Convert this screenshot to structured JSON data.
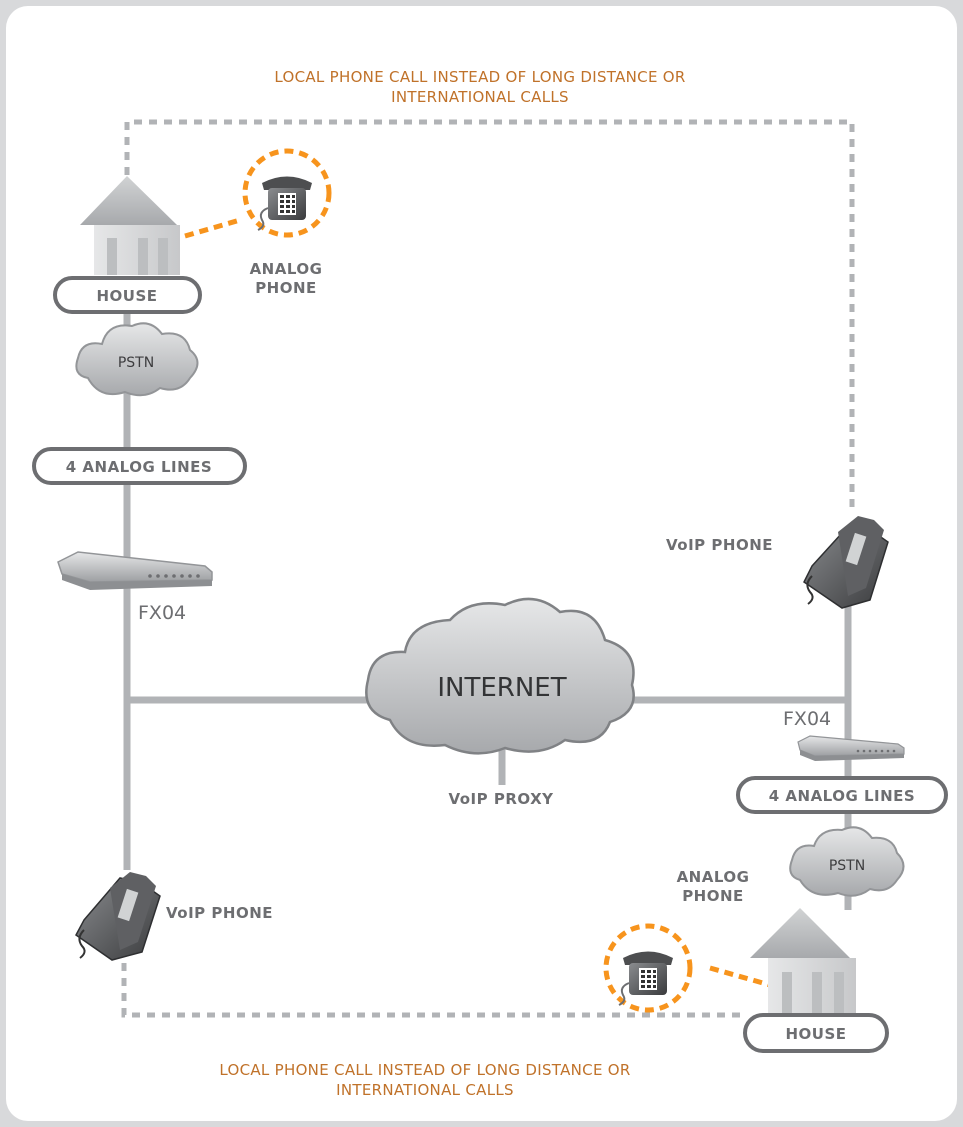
{
  "diagram": {
    "top_note_line1": "LOCAL PHONE CALL INSTEAD OF LONG DISTANCE OR",
    "top_note_line2": "INTERNATIONAL CALLS",
    "bottom_note_line1": "LOCAL PHONE CALL INSTEAD OF LONG DISTANCE OR",
    "bottom_note_line2": "INTERNATIONAL CALLS",
    "left": {
      "house_label": "HOUSE",
      "analog_phone_line1": "ANALOG",
      "analog_phone_line2": "PHONE",
      "pstn_label": "PSTN",
      "analog_lines_label": "4 ANALOG LINES",
      "fxo_label": "FX04",
      "voip_phone_label": "VoIP PHONE"
    },
    "center": {
      "internet_label": "INTERNET",
      "voip_proxy_label": "VoIP PROXY"
    },
    "right": {
      "voip_phone_label": "VoIP PHONE",
      "fxo_label": "FX04",
      "analog_lines_label": "4 ANALOG LINES",
      "pstn_label": "PSTN",
      "analog_phone_line1": "ANALOG",
      "analog_phone_line2": "PHONE",
      "house_label": "HOUSE"
    },
    "colors": {
      "accent_orange": "#f7941d",
      "text_orange": "#c0722a",
      "gray_line": "#b1b3b6",
      "dark_gray": "#6d6e71"
    }
  }
}
